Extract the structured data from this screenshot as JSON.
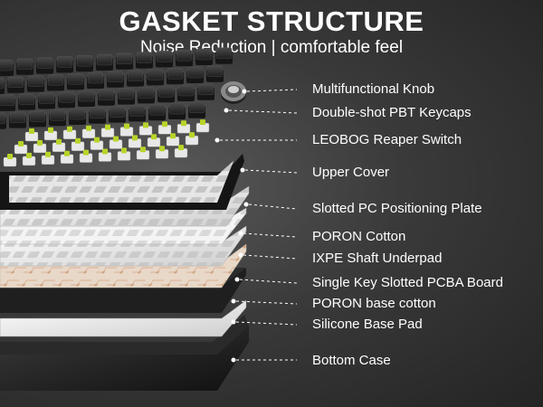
{
  "header": {
    "title": "GASKET STRUCTURE",
    "subtitle": "Noise Reduction | comfortable feel"
  },
  "layers": [
    {
      "label": "Multifunctional Knob"
    },
    {
      "label": "Double-shot PBT Keycaps"
    },
    {
      "label": "LEOBOG Reaper Switch"
    },
    {
      "label": "Upper Cover"
    },
    {
      "label": "Slotted PC Positioning Plate"
    },
    {
      "label": "PORON Cotton"
    },
    {
      "label": "IXPE Shaft Underpad"
    },
    {
      "label": "Single Key Slotted PCBA Board"
    },
    {
      "label": "PORON base cotton"
    },
    {
      "label": "Silicone Base Pad"
    },
    {
      "label": "Bottom Case"
    }
  ],
  "colors": {
    "switch_stem": "#b8d42a",
    "keycap": "#2a2a2a",
    "white_layer": "#ececec",
    "pcb": "#e8d8c8"
  }
}
